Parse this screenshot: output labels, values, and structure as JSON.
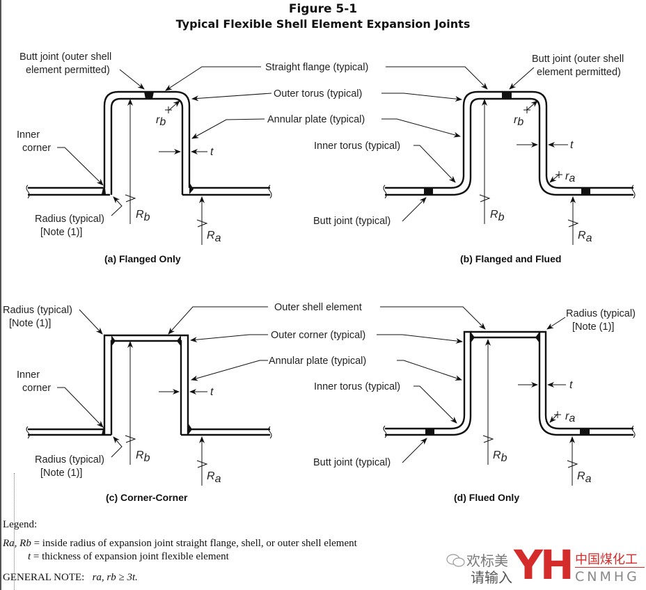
{
  "figure": {
    "number": "Figure 5-1",
    "title": "Typical Flexible Shell Element Expansion Joints"
  },
  "panels": {
    "a": {
      "caption": "(a) Flanged Only",
      "labels": {
        "butt_joint_1": "Butt joint (outer shell",
        "butt_joint_2": "element permitted)",
        "inner_corner_1": "Inner",
        "inner_corner_2": "corner",
        "radius_1": "Radius (typical)",
        "radius_2": "[Note (1)]"
      }
    },
    "b": {
      "caption": "(b) Flanged and Flued",
      "labels": {
        "butt_joint_1": "Butt joint (outer shell",
        "butt_joint_2": "element permitted)",
        "inner_torus": "Inner torus (typical)",
        "butt_joint_typical": "Butt joint (typical)"
      }
    },
    "c": {
      "caption": "(c) Corner-Corner",
      "labels": {
        "radius_top_1": "Radius (typical)",
        "radius_top_2": "[Note (1)]",
        "inner_corner_1": "Inner",
        "inner_corner_2": "corner",
        "radius_bot_1": "Radius (typical)",
        "radius_bot_2": "[Note (1)]"
      }
    },
    "d": {
      "caption": "(d) Flued Only",
      "labels": {
        "radius_1": "Radius (typical)",
        "radius_2": "[Note (1)]",
        "inner_torus": "Inner torus (typical)",
        "butt_joint_typical": "Butt joint (typical)"
      }
    }
  },
  "shared_labels": {
    "straight_flange": "Straight flange (typical)",
    "outer_torus": "Outer torus (typical)",
    "annular_plate": "Annular plate (typical)",
    "outer_shell_element": "Outer shell element",
    "outer_corner": "Outer corner (typical)"
  },
  "symbols": {
    "R": "R",
    "r": "r",
    "a": "a",
    "b": "b",
    "t": "t"
  },
  "legend": {
    "heading": "Legend:",
    "items": [
      {
        "symbol": "Ra, Rb",
        "definition": "inside radius of expansion joint straight flange, shell, or outer shell element"
      },
      {
        "symbol": "t",
        "definition": "thickness of expansion joint flexible element"
      }
    ],
    "general_note_label": "GENERAL NOTE:",
    "general_note_text": "ra, rb ≥ 3t."
  },
  "watermark": {
    "text_line1": "欢标美",
    "text_line2": "请输入",
    "logo_letters": "YH",
    "brand_cn": "中国煤化工",
    "brand_en": "CNMHG",
    "brand_color": "#d42b2b"
  }
}
